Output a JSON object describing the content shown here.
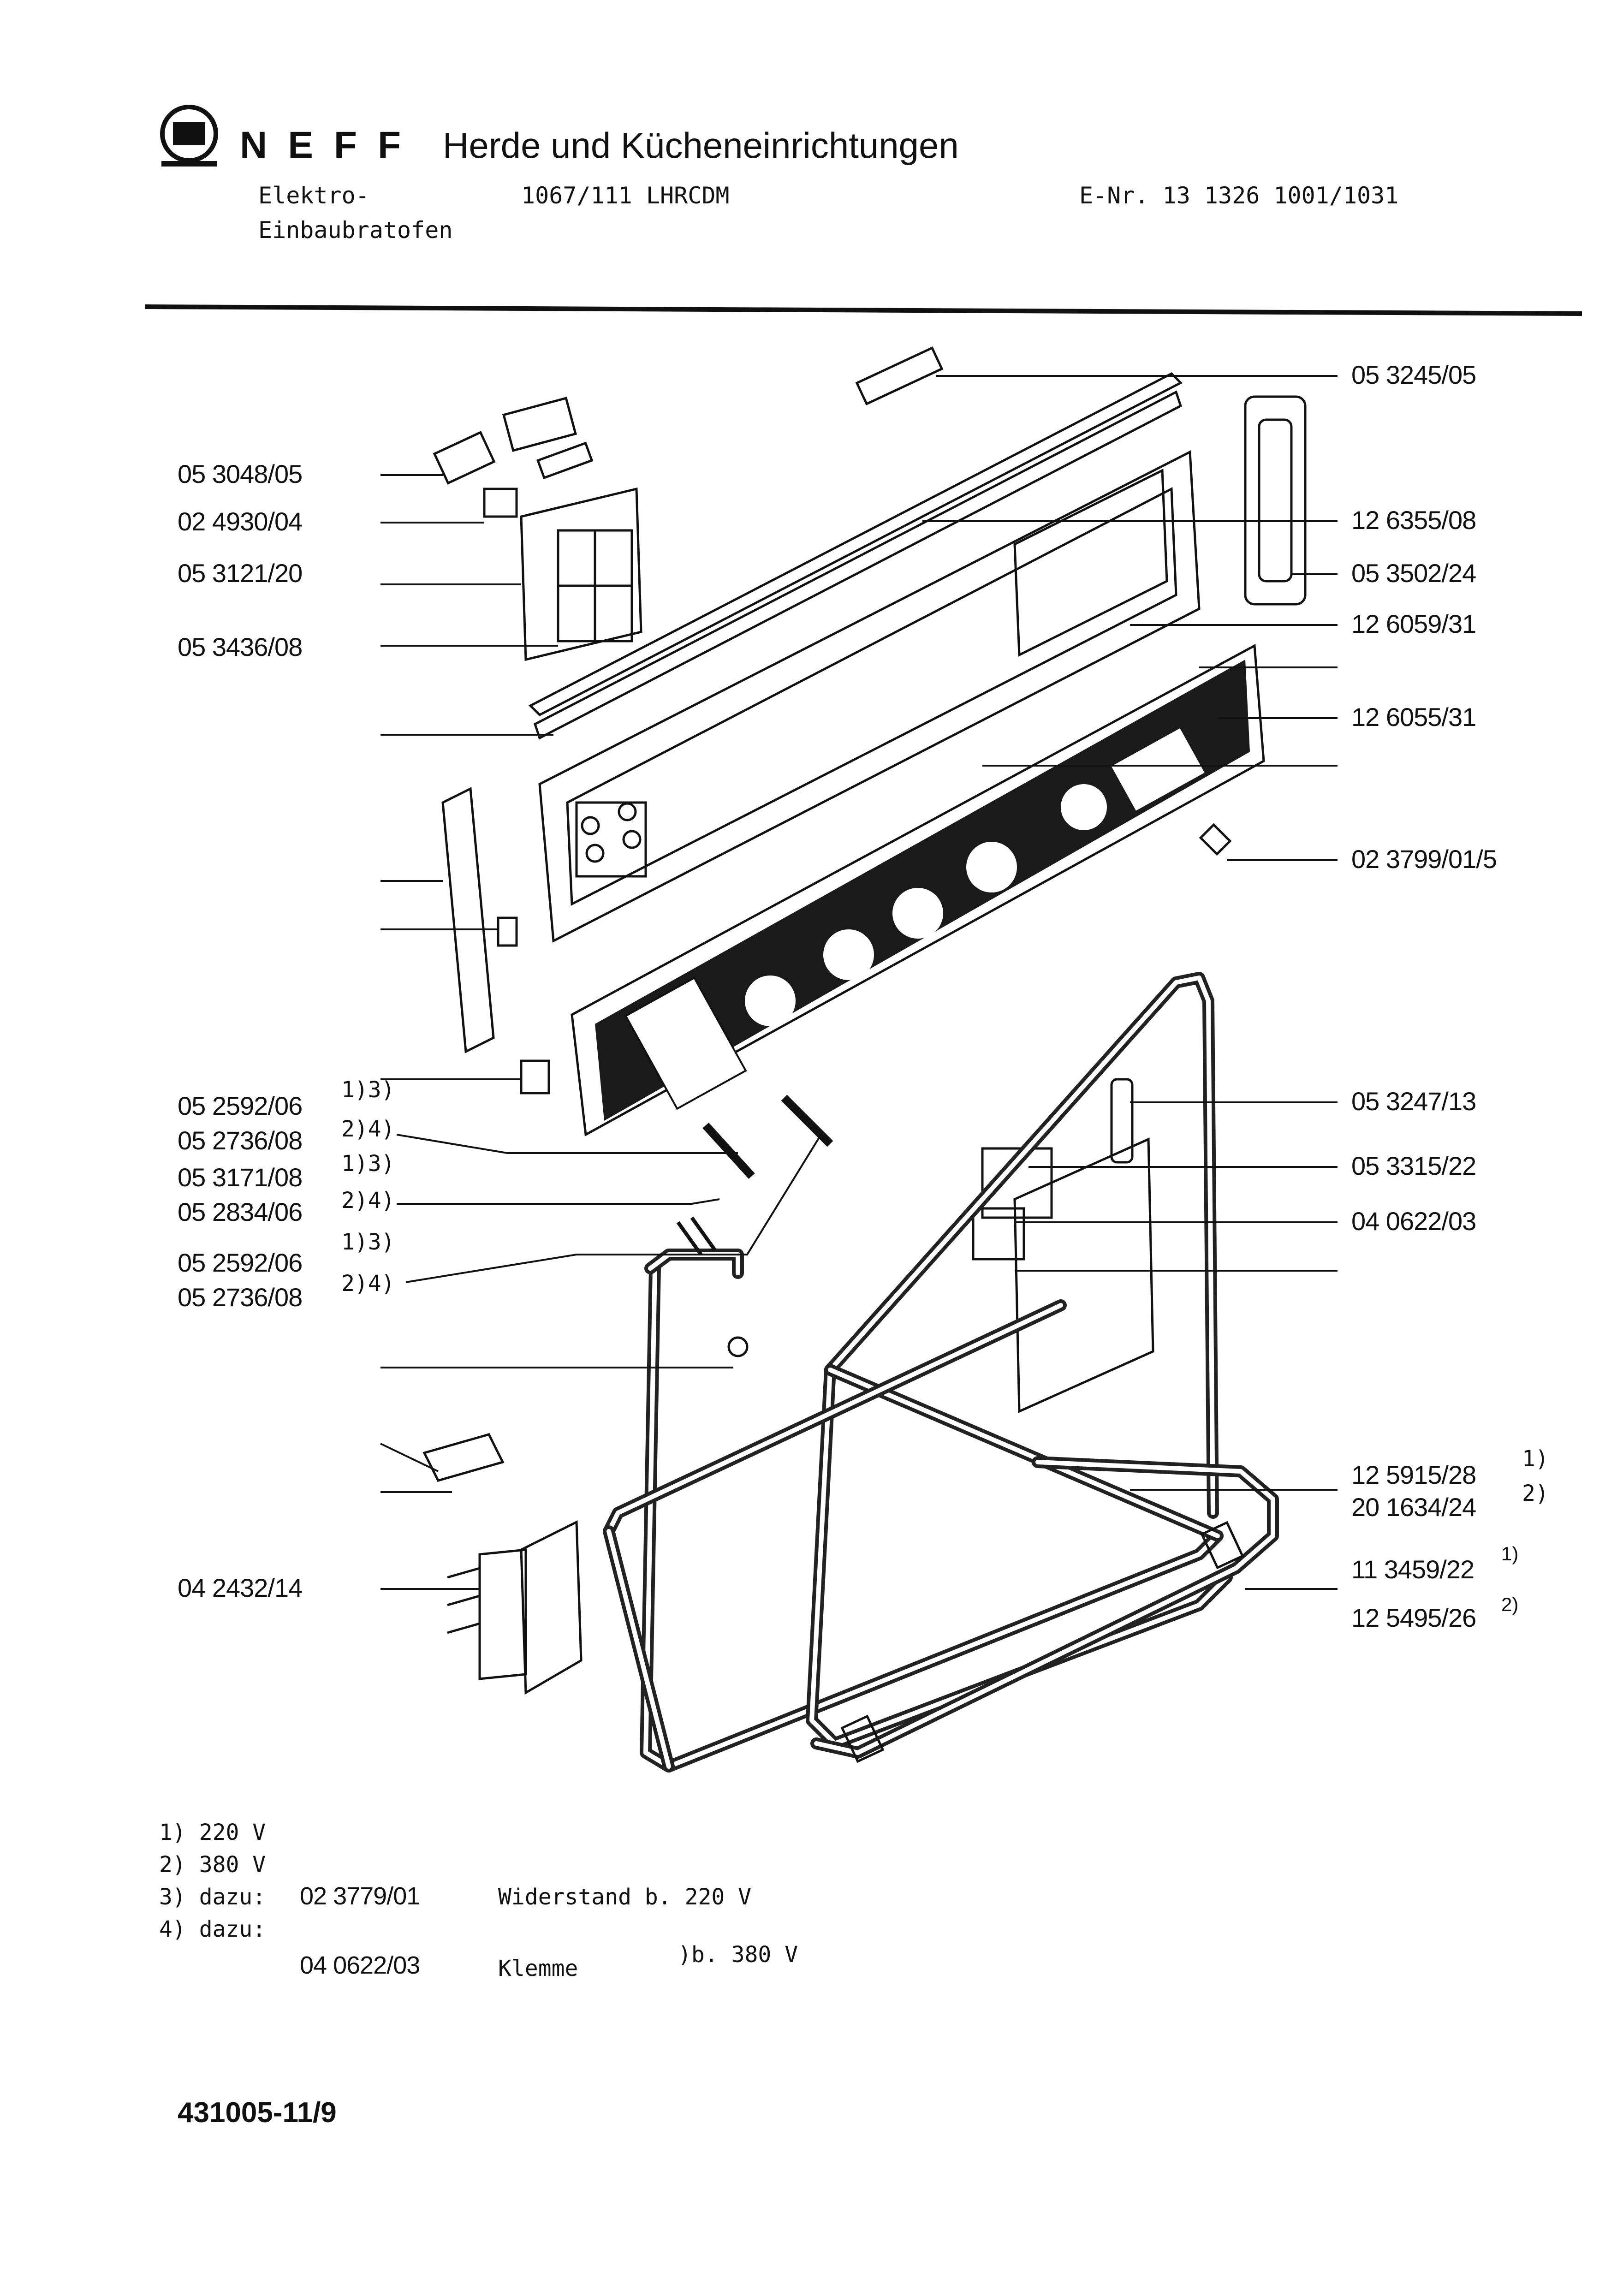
{
  "header": {
    "brand_name": "NEFF",
    "title": "Herde und Kücheneinrichtungen",
    "product_type_line1": "Elektro-",
    "product_type_line2": "Einbaubratofen",
    "model": "1067/111  LHRCDM",
    "enr": "E-Nr.  13  1326  1001/1031"
  },
  "parts_left": [
    {
      "id": "l1",
      "number": "05 3048/05"
    },
    {
      "id": "l2",
      "number": "02 4930/04"
    },
    {
      "id": "l3",
      "number": "05 3121/20"
    },
    {
      "id": "l4",
      "number": "05 3436/08"
    },
    {
      "id": "l5",
      "number": "05 2592/06",
      "note": "1)3)"
    },
    {
      "id": "l6",
      "number": "05 2736/08",
      "note": "2)4)"
    },
    {
      "id": "l7",
      "number": "05 3171/08",
      "note": "1)3)"
    },
    {
      "id": "l8",
      "number": "05 2834/06",
      "note": "2)4)"
    },
    {
      "id": "l9",
      "number": "05 2592/06",
      "note": "1)3)"
    },
    {
      "id": "l10",
      "number": "05 2736/08",
      "note": "2)4)"
    },
    {
      "id": "l11",
      "number": "04 2432/14"
    }
  ],
  "parts_right": [
    {
      "id": "r1",
      "number": "05 3245/05"
    },
    {
      "id": "r2",
      "number": "12 6355/08"
    },
    {
      "id": "r3",
      "number": "05 3502/24"
    },
    {
      "id": "r4",
      "number": "12 6059/31"
    },
    {
      "id": "r5",
      "number": "12 6055/31"
    },
    {
      "id": "r6",
      "number": "02 3799/01/5"
    },
    {
      "id": "r7",
      "number": "05 3247/13"
    },
    {
      "id": "r8",
      "number": "05 3315/22"
    },
    {
      "id": "r9",
      "number": "04 0622/03"
    },
    {
      "id": "r10",
      "number": "12 5915/28",
      "note": "1)"
    },
    {
      "id": "r11",
      "number": "20 1634/24",
      "note": "2)"
    },
    {
      "id": "r12",
      "number": "11 3459/22",
      "note": "1)"
    },
    {
      "id": "r13",
      "number": "12 5495/26",
      "note": "2)"
    }
  ],
  "footnotes": {
    "n1": "1) 220 V",
    "n2": "2) 380 V",
    "n3_prefix": "3) dazu:",
    "n3_part": "02 3779/01",
    "n3_desc": "Widerstand b. 220 V",
    "n4_prefix": "4) dazu:",
    "n4_part": "04 0622/03",
    "n4_desc": "Klemme",
    "n4_suffix": ")b. 380 V"
  },
  "doc_number": "431005-11/9"
}
